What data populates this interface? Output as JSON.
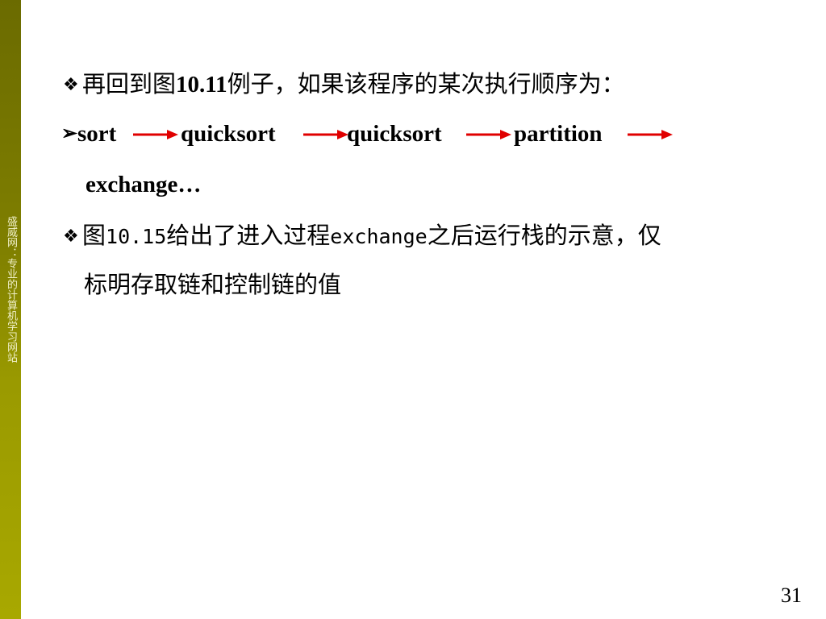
{
  "sidebar": {
    "text": "盛威网：专业的计算机学习网站"
  },
  "slide": {
    "line1": {
      "bullet": "❖",
      "text_a": "再回到图",
      "text_b": "10.11",
      "text_c": "例子，如果该程序的某次执行顺序为："
    },
    "line2": {
      "bullet": "➢",
      "sequence": [
        "sort",
        "quicksort",
        "quicksort",
        "partition"
      ],
      "continuation": "exchange…"
    },
    "line3": {
      "bullet": "❖",
      "text_a": "图",
      "text_b": "10.15",
      "text_c": "给出了进入过程",
      "text_d": "exchange",
      "text_e": "之后运行栈的示意，仅"
    },
    "line4": {
      "text": "标明存取链和控制链的值"
    }
  },
  "page_number": "31",
  "colors": {
    "sidebar": "#7f7f00",
    "arrow": "#e00000"
  }
}
